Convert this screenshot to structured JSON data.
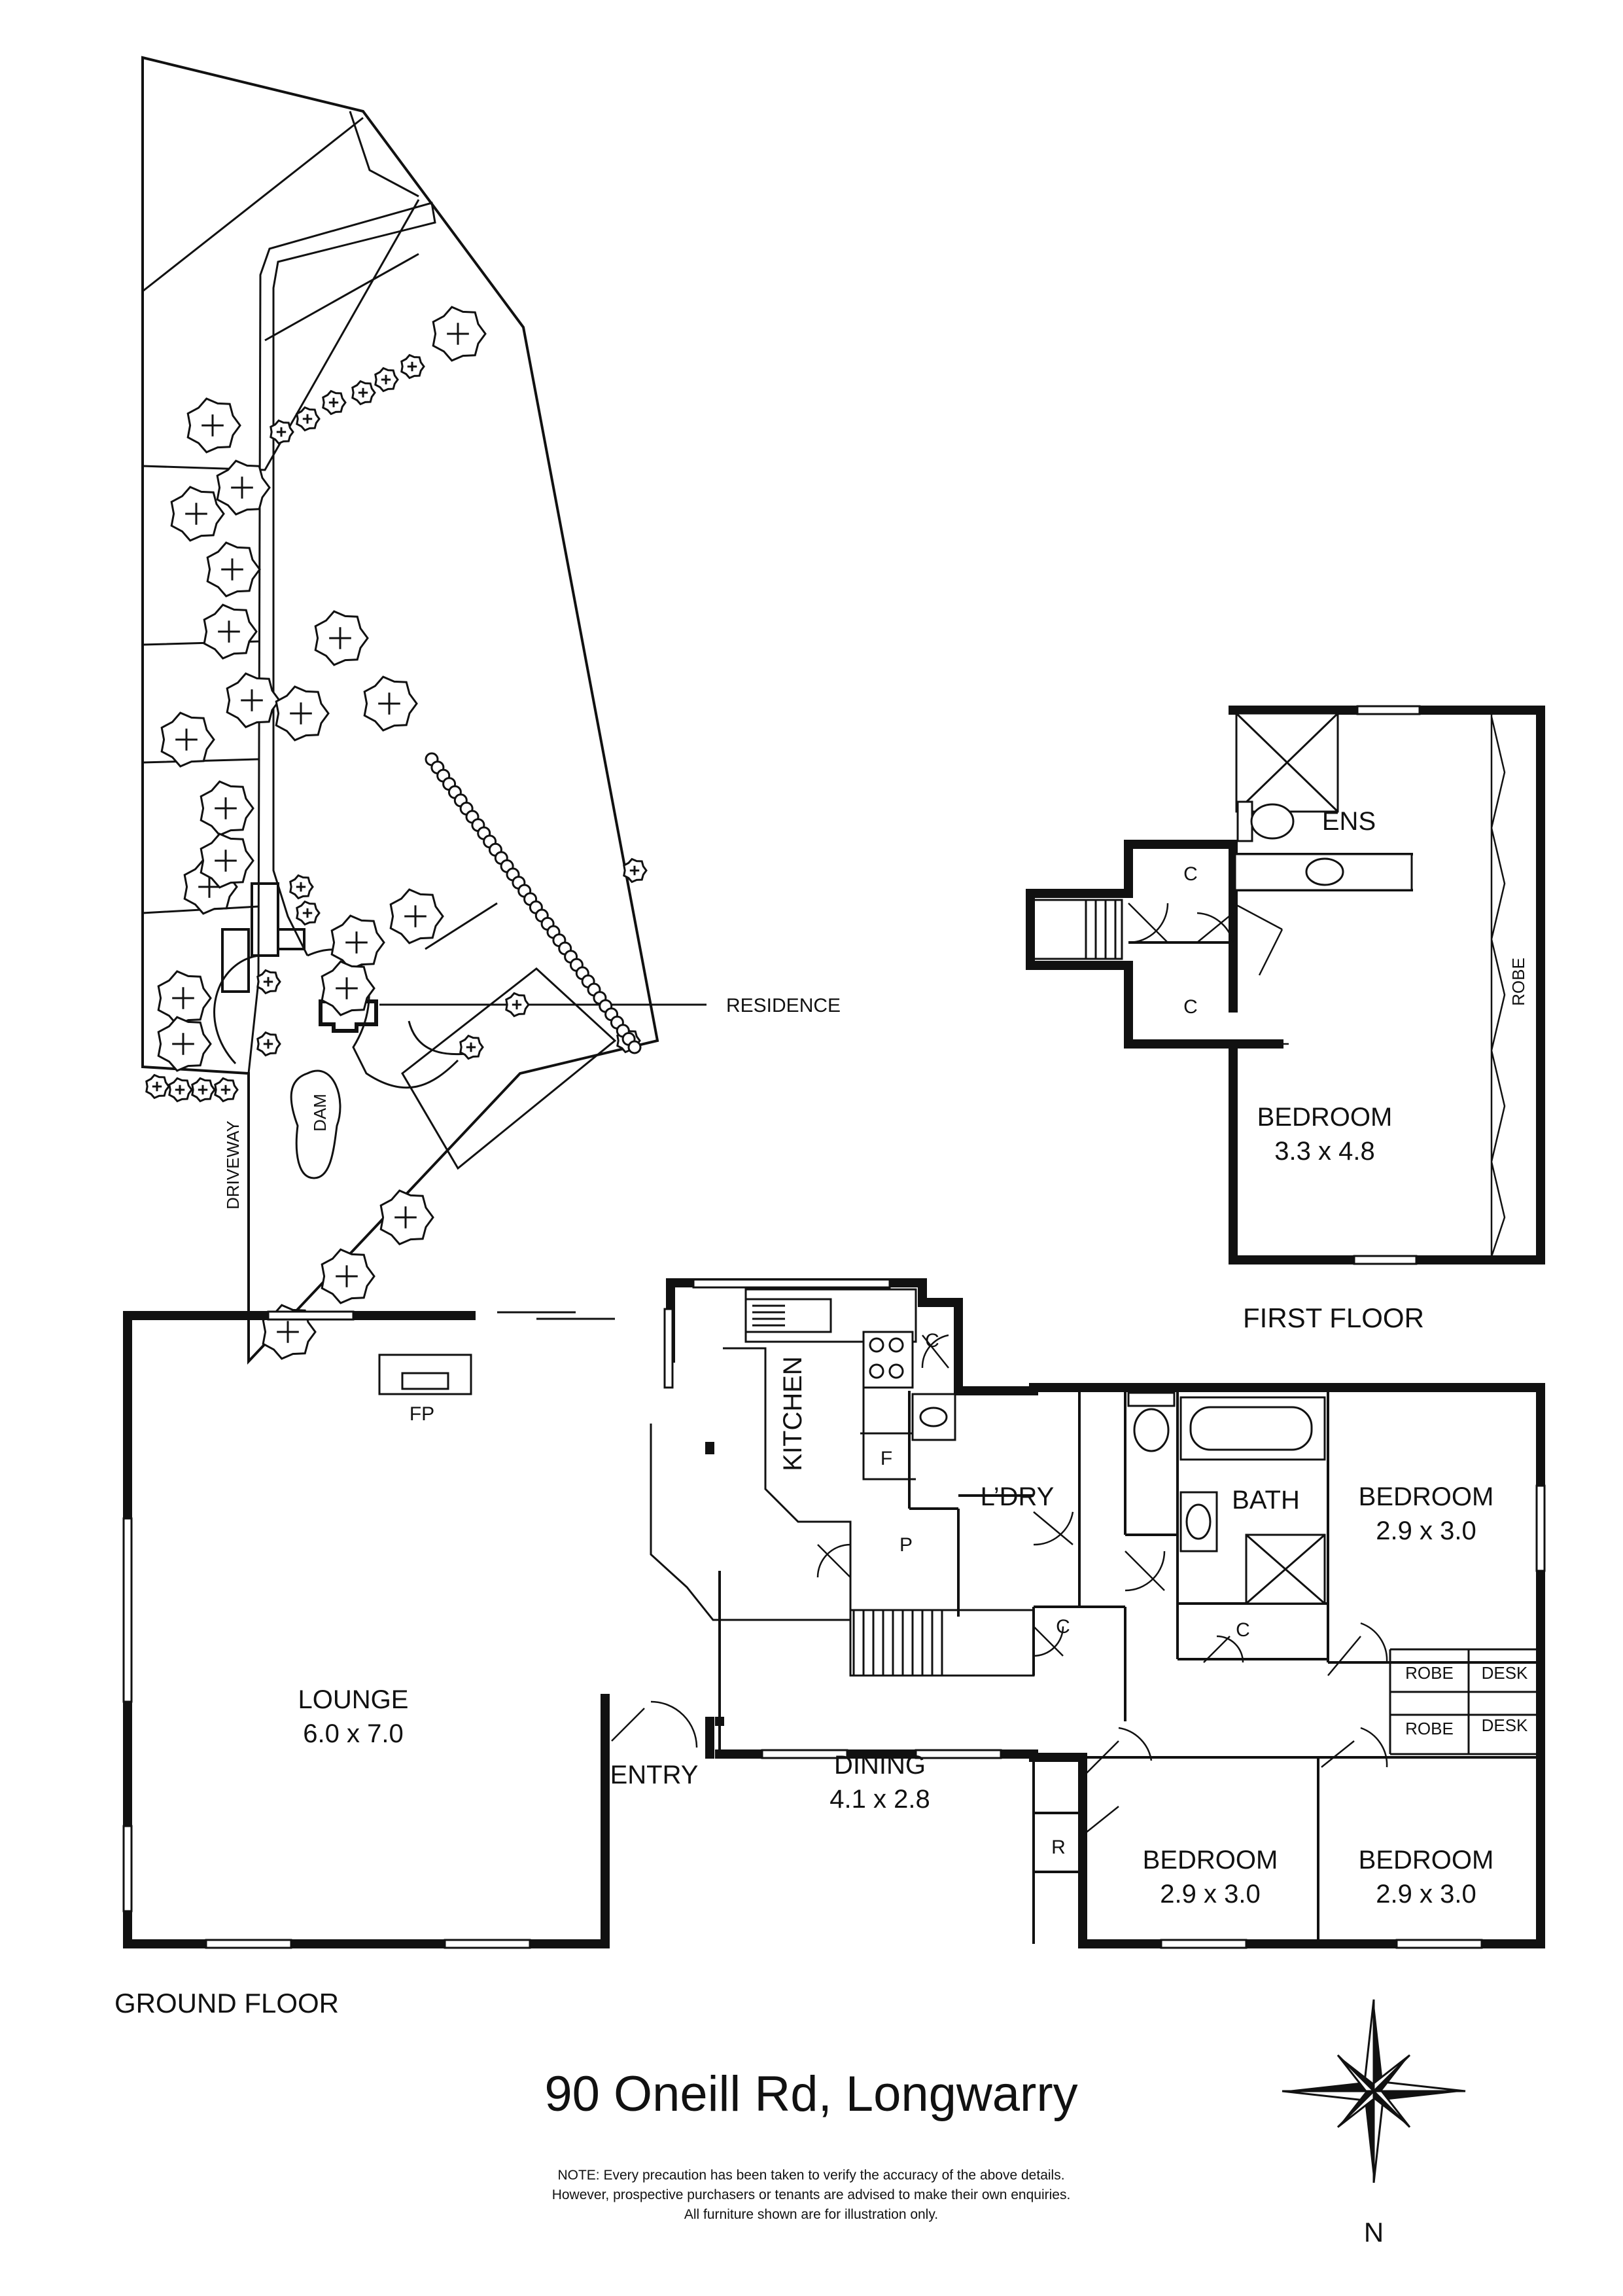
{
  "address": "90 Oneill Rd, Longwarry",
  "floors": {
    "ground": "GROUND FLOOR",
    "first": "FIRST FLOOR"
  },
  "site": {
    "residence": "RESIDENCE",
    "dam": "DAM",
    "driveway": "DRIVEWAY"
  },
  "first_floor": {
    "ens": "ENS",
    "robe": "ROBE",
    "closet": "C",
    "bedroom": "BEDROOM",
    "bedroom_dim": "3.3 x 4.8"
  },
  "ground_floor": {
    "lounge": "LOUNGE",
    "lounge_dim": "6.0 x 7.0",
    "fp": "FP",
    "entry": "ENTRY",
    "dining": "DINING",
    "dining_dim": "4.1 x 2.8",
    "kitchen": "KITCHEN",
    "fridge": "F",
    "pantry": "P",
    "laundry": "L’DRY",
    "closet": "C",
    "bath": "BATH",
    "bed_ne": "BEDROOM",
    "bed_ne_dim": "2.9 x 3.0",
    "robe": "ROBE",
    "desk": "DESK",
    "bed_s1": "BEDROOM",
    "bed_s1_dim": "2.9 x 3.0",
    "bed_s2": "BEDROOM",
    "bed_s2_dim": "2.9 x 3.0",
    "r": "R"
  },
  "compass": {
    "north": "N"
  },
  "note": {
    "line1": "NOTE: Every precaution has been taken to verify the accuracy of the above details.",
    "line2": "However, prospective purchasers or tenants are advised to make their own enquiries.",
    "line3": "All furniture shown are for illustration only."
  }
}
